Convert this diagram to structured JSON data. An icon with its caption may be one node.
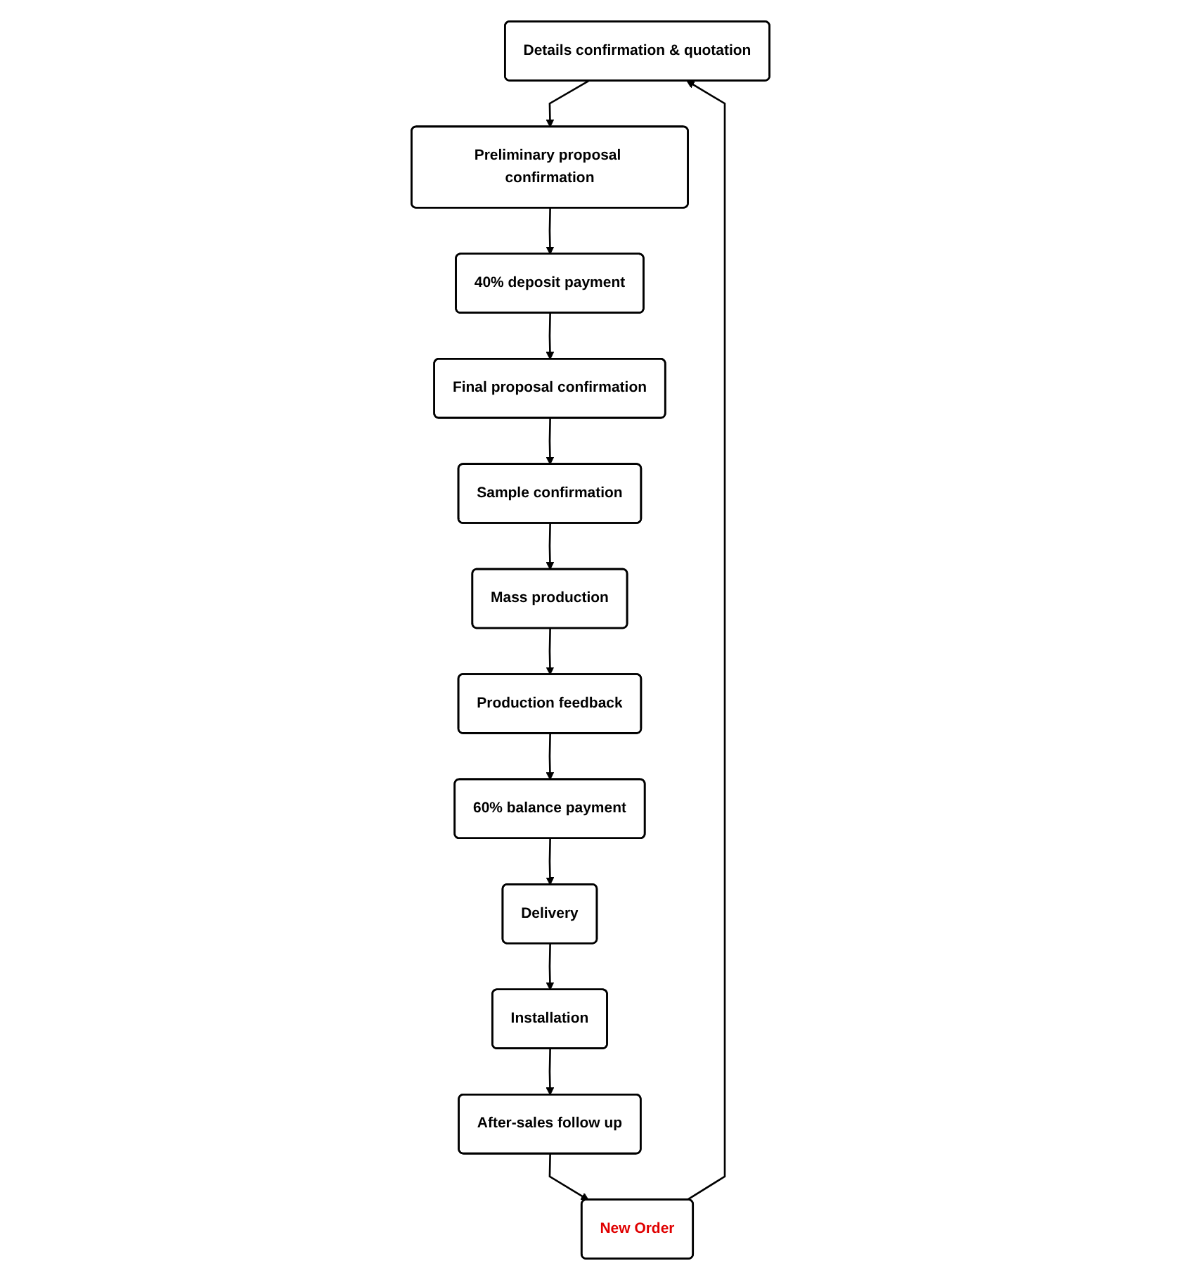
{
  "diagram": {
    "nodes": [
      {
        "text": [
          "Details confirmation & quotation"
        ]
      },
      {
        "text": [
          "Preliminary proposal confirmation"
        ]
      },
      {
        "text": [
          "New Order"
        ]
      },
      {
        "text": [
          "40% deposit payment"
        ]
      },
      {
        "text": [
          "After-sales follow up"
        ]
      },
      {
        "text": [
          "Final proposal confirmation"
        ]
      },
      {
        "text": [
          "Installation"
        ]
      },
      {
        "text": [
          "Sample confirmation"
        ]
      },
      {
        "text": [
          "Delivery"
        ]
      },
      {
        "text": [
          "Mass production"
        ]
      },
      {
        "text": [
          "60% balance payment"
        ]
      },
      {
        "text": [
          "Production feedback"
        ]
      }
    ],
    "edges": [
      {
        "from": 2,
        "to": 0,
        "arrow": "to"
      },
      {
        "from": 0,
        "to": 1,
        "arrow": "to"
      },
      {
        "from": 1,
        "to": 3,
        "arrow": "to"
      },
      {
        "from": 3,
        "to": 5,
        "arrow": "to"
      },
      {
        "from": 5,
        "to": 7,
        "arrow": "to"
      },
      {
        "from": 7,
        "to": 9,
        "arrow": "to"
      },
      {
        "from": 9,
        "to": 11,
        "arrow": "to"
      },
      {
        "from": 11,
        "to": 10,
        "arrow": "to"
      },
      {
        "from": 10,
        "to": 8,
        "arrow": "to"
      },
      {
        "from": 8,
        "to": 6,
        "arrow": "to"
      },
      {
        "from": 6,
        "to": 4,
        "arrow": "to"
      },
      {
        "from": 4,
        "to": 2,
        "arrow": "to"
      }
    ]
  }
}
